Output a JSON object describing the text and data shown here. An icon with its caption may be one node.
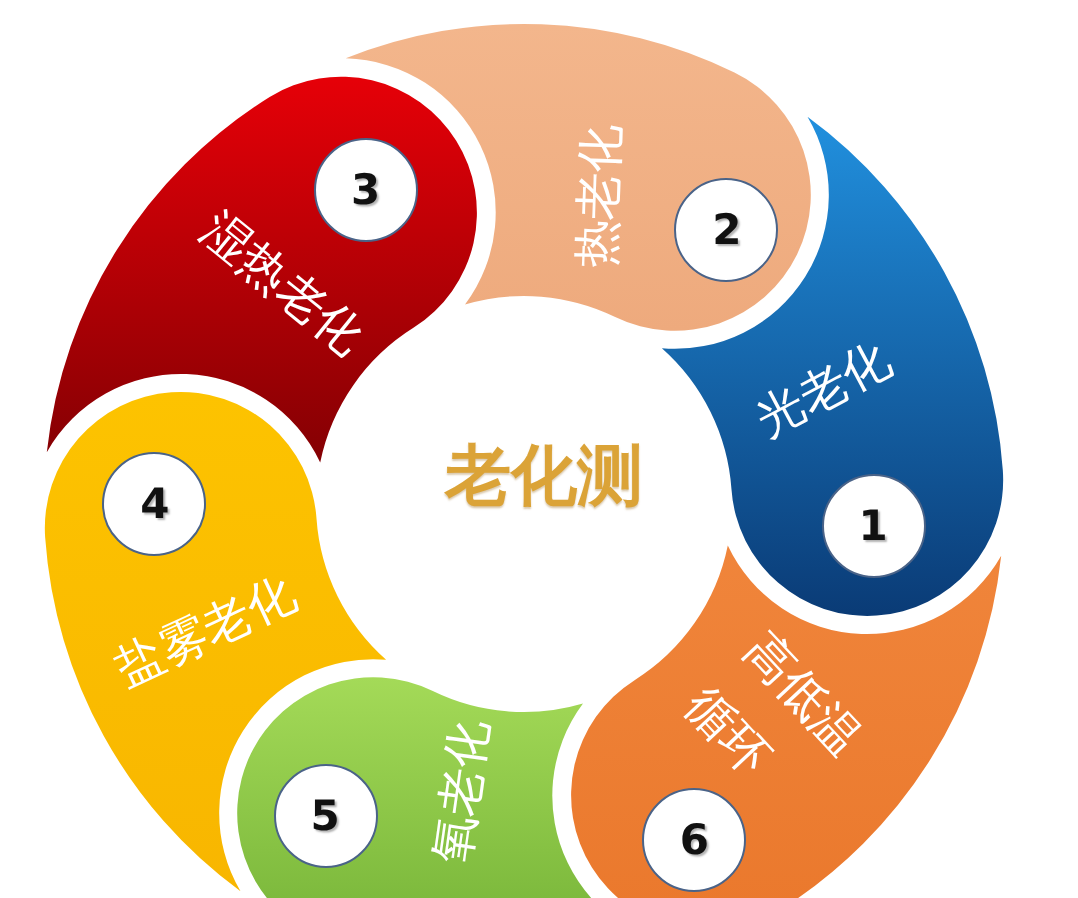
{
  "diagram": {
    "title": "老化测",
    "nodes": [
      {
        "text": [
          "光老化"
        ]
      },
      {
        "text": [
          "1"
        ],
        "in": 0
      },
      {
        "text": [
          "热老化"
        ]
      },
      {
        "text": [
          "2"
        ],
        "in": 2
      },
      {
        "text": [
          "湿热老化"
        ]
      },
      {
        "text": [
          "3"
        ],
        "in": 4
      },
      {
        "text": [
          "盐雾老化"
        ]
      },
      {
        "text": [
          "4"
        ],
        "in": 6
      },
      {
        "text": [
          "氧老化"
        ]
      },
      {
        "text": [
          "5"
        ],
        "in": 8
      },
      {
        "text": [
          "高低温循环"
        ]
      },
      {
        "text": [
          "6"
        ],
        "in": 10
      }
    ]
  }
}
